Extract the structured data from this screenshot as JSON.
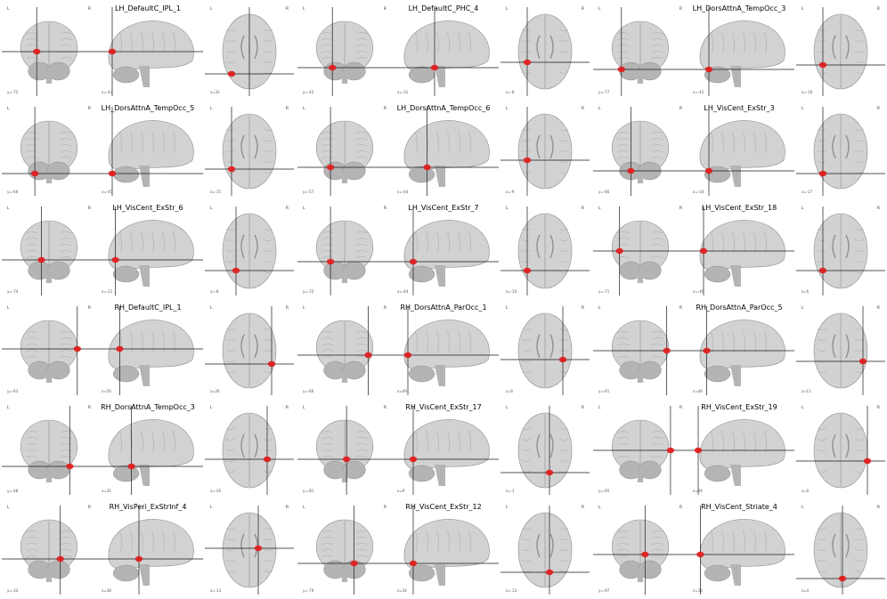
{
  "colors": {
    "brain_fill": "#d2d2d2",
    "brain_dark": "#b4b4b4",
    "brain_edge": "#8e8e8e",
    "marker": "#e02020",
    "crosshair": "#1a1a1a"
  },
  "orientation": {
    "left": "L",
    "right": "R"
  },
  "panels": [
    {
      "title": "LH_DefaultC_IPL_1",
      "coords": [
        "y=-72",
        "x=-43",
        "z=33"
      ],
      "views": [
        {
          "ch": [
            0.37,
            0.5
          ],
          "blob": [
            0.37,
            0.5
          ]
        },
        {
          "ch": [
            0.15,
            0.5
          ],
          "blob": [
            0.15,
            0.5
          ]
        },
        {
          "ch": [
            0.5,
            0.75
          ],
          "blob": [
            0.3,
            0.75
          ]
        }
      ]
    },
    {
      "title": "LH_DefaultC_PHC_4",
      "coords": [
        "y=-42",
        "x=-31",
        "z=-8"
      ],
      "views": [
        {
          "ch": [
            0.37,
            0.68
          ],
          "blob": [
            0.37,
            0.68
          ]
        },
        {
          "ch": [
            0.4,
            0.68
          ],
          "blob": [
            0.4,
            0.68
          ]
        },
        {
          "ch": [
            0.3,
            0.62
          ],
          "blob": [
            0.3,
            0.62
          ]
        }
      ]
    },
    {
      "title": "LH_DorsAttnA_TempOcc_3",
      "coords": [
        "y=-77",
        "x=-42",
        "z=-18"
      ],
      "views": [
        {
          "ch": [
            0.3,
            0.7
          ],
          "blob": [
            0.3,
            0.7
          ]
        },
        {
          "ch": [
            0.2,
            0.7
          ],
          "blob": [
            0.2,
            0.7
          ]
        },
        {
          "ch": [
            0.3,
            0.65
          ],
          "blob": [
            0.3,
            0.65
          ]
        }
      ]
    },
    {
      "title": "LH_DorsAttnA_TempOcc_5",
      "coords": [
        "y=-66",
        "x=-45",
        "z=-15"
      ],
      "views": [
        {
          "ch": [
            0.35,
            0.75
          ],
          "blob": [
            0.35,
            0.75
          ]
        },
        {
          "ch": [
            0.15,
            0.75
          ],
          "blob": [
            0.15,
            0.75
          ]
        },
        {
          "ch": [
            0.3,
            0.7
          ],
          "blob": [
            0.3,
            0.7
          ]
        }
      ]
    },
    {
      "title": "LH_DorsAttnA_TempOcc_6",
      "coords": [
        "y=-57",
        "x=-44",
        "z=-9"
      ],
      "views": [
        {
          "ch": [
            0.35,
            0.68
          ],
          "blob": [
            0.35,
            0.68
          ]
        },
        {
          "ch": [
            0.33,
            0.68
          ],
          "blob": [
            0.33,
            0.68
          ]
        },
        {
          "ch": [
            0.3,
            0.6
          ],
          "blob": [
            0.3,
            0.6
          ]
        }
      ]
    },
    {
      "title": "LH_VisCent_ExStr_3",
      "coords": [
        "y=-66",
        "x=-34",
        "z=-17"
      ],
      "views": [
        {
          "ch": [
            0.4,
            0.72
          ],
          "blob": [
            0.4,
            0.72
          ]
        },
        {
          "ch": [
            0.2,
            0.72
          ],
          "blob": [
            0.2,
            0.72
          ]
        },
        {
          "ch": [
            0.3,
            0.75
          ],
          "blob": [
            0.3,
            0.75
          ]
        }
      ]
    },
    {
      "title": "LH_VisCent_ExStr_6",
      "coords": [
        "y=-74",
        "x=-21",
        "z=-8"
      ],
      "views": [
        {
          "ch": [
            0.42,
            0.6
          ],
          "blob": [
            0.42,
            0.6
          ]
        },
        {
          "ch": [
            0.18,
            0.6
          ],
          "blob": [
            0.18,
            0.6
          ]
        },
        {
          "ch": [
            0.35,
            0.72
          ],
          "blob": [
            0.35,
            0.72
          ]
        }
      ]
    },
    {
      "title": "LH_VisCent_ExStr_7",
      "coords": [
        "y=-72",
        "x=-44",
        "z=-10"
      ],
      "views": [
        {
          "ch": [
            0.35,
            0.62
          ],
          "blob": [
            0.35,
            0.62
          ]
        },
        {
          "ch": [
            0.2,
            0.62
          ],
          "blob": [
            0.2,
            0.62
          ]
        },
        {
          "ch": [
            0.3,
            0.72
          ],
          "blob": [
            0.3,
            0.72
          ]
        }
      ]
    },
    {
      "title": "LH_VisCent_ExStr_18",
      "coords": [
        "y=-71",
        "x=-46",
        "z=6"
      ],
      "views": [
        {
          "ch": [
            0.28,
            0.5
          ],
          "blob": [
            0.28,
            0.5
          ]
        },
        {
          "ch": [
            0.15,
            0.5
          ],
          "blob": [
            0.15,
            0.5
          ]
        },
        {
          "ch": [
            0.3,
            0.72
          ],
          "blob": [
            0.3,
            0.72
          ]
        }
      ]
    },
    {
      "title": "RH_DefaultC_IPL_1",
      "coords": [
        "y=-63",
        "x=50",
        "z=26"
      ],
      "views": [
        {
          "ch": [
            0.8,
            0.48
          ],
          "blob": [
            0.8,
            0.48
          ]
        },
        {
          "ch": [
            0.22,
            0.48
          ],
          "blob": [
            0.22,
            0.48
          ]
        },
        {
          "ch": [
            0.75,
            0.65
          ],
          "blob": [
            0.75,
            0.65
          ]
        }
      ]
    },
    {
      "title": "RH_DorsAttnA_ParOcc_1",
      "coords": [
        "y=-66",
        "x=49",
        "z=6"
      ],
      "views": [
        {
          "ch": [
            0.75,
            0.55
          ],
          "blob": [
            0.75,
            0.55
          ]
        },
        {
          "ch": [
            0.15,
            0.55
          ],
          "blob": [
            0.15,
            0.55
          ]
        },
        {
          "ch": [
            0.7,
            0.6
          ],
          "blob": [
            0.7,
            0.6
          ]
        }
      ]
    },
    {
      "title": "RH_DorsAttnA_ParOcc_5",
      "coords": [
        "y=-61",
        "x=46",
        "z=13"
      ],
      "views": [
        {
          "ch": [
            0.78,
            0.5
          ],
          "blob": [
            0.78,
            0.5
          ]
        },
        {
          "ch": [
            0.18,
            0.5
          ],
          "blob": [
            0.18,
            0.5
          ]
        },
        {
          "ch": [
            0.75,
            0.62
          ],
          "blob": [
            0.75,
            0.62
          ]
        }
      ]
    },
    {
      "title": "RH_DorsAttnA_TempOcc_3",
      "coords": [
        "y=-48",
        "x=35",
        "z=-26"
      ],
      "views": [
        {
          "ch": [
            0.72,
            0.68
          ],
          "blob": [
            0.72,
            0.68
          ]
        },
        {
          "ch": [
            0.33,
            0.68
          ],
          "blob": [
            0.33,
            0.68
          ]
        },
        {
          "ch": [
            0.7,
            0.6
          ],
          "blob": [
            0.7,
            0.6
          ]
        }
      ]
    },
    {
      "title": "RH_VisCent_ExStr_17",
      "coords": [
        "y=-81",
        "x=9",
        "z=-1"
      ],
      "views": [
        {
          "ch": [
            0.52,
            0.6
          ],
          "blob": [
            0.52,
            0.6
          ]
        },
        {
          "ch": [
            0.2,
            0.6
          ],
          "blob": [
            0.2,
            0.6
          ]
        },
        {
          "ch": [
            0.55,
            0.75
          ],
          "blob": [
            0.55,
            0.75
          ]
        }
      ]
    },
    {
      "title": "RH_VisCent_ExStr_19",
      "coords": [
        "y=-65",
        "x=44",
        "z=0"
      ],
      "views": [
        {
          "ch": [
            0.82,
            0.5
          ],
          "blob": [
            0.82,
            0.5
          ]
        },
        {
          "ch": [
            0.1,
            0.5
          ],
          "blob": [
            0.1,
            0.5
          ]
        },
        {
          "ch": [
            0.8,
            0.62
          ],
          "blob": [
            0.8,
            0.62
          ]
        }
      ]
    },
    {
      "title": "RH_VisPeri_ExStrInf_4",
      "coords": [
        "y=-33",
        "x=18",
        "z=-13"
      ],
      "views": [
        {
          "ch": [
            0.62,
            0.6
          ],
          "blob": [
            0.62,
            0.6
          ]
        },
        {
          "ch": [
            0.4,
            0.6
          ],
          "blob": [
            0.4,
            0.6
          ]
        },
        {
          "ch": [
            0.6,
            0.48
          ],
          "blob": [
            0.6,
            0.48
          ]
        }
      ]
    },
    {
      "title": "RH_VisCent_ExStr_12",
      "coords": [
        "y=-79",
        "x=34",
        "z=-13"
      ],
      "views": [
        {
          "ch": [
            0.6,
            0.65
          ],
          "blob": [
            0.6,
            0.65
          ]
        },
        {
          "ch": [
            0.2,
            0.65
          ],
          "blob": [
            0.2,
            0.65
          ]
        },
        {
          "ch": [
            0.55,
            0.75
          ],
          "blob": [
            0.55,
            0.75
          ]
        }
      ]
    },
    {
      "title": "RH_VisCent_Striate_4",
      "coords": [
        "y=-97",
        "x=10",
        "z=4"
      ],
      "views": [
        {
          "ch": [
            0.55,
            0.55
          ],
          "blob": [
            0.55,
            0.55
          ]
        },
        {
          "ch": [
            0.12,
            0.55
          ],
          "blob": [
            0.12,
            0.55
          ]
        },
        {
          "ch": [
            0.52,
            0.82
          ],
          "blob": [
            0.52,
            0.82
          ]
        }
      ]
    }
  ]
}
